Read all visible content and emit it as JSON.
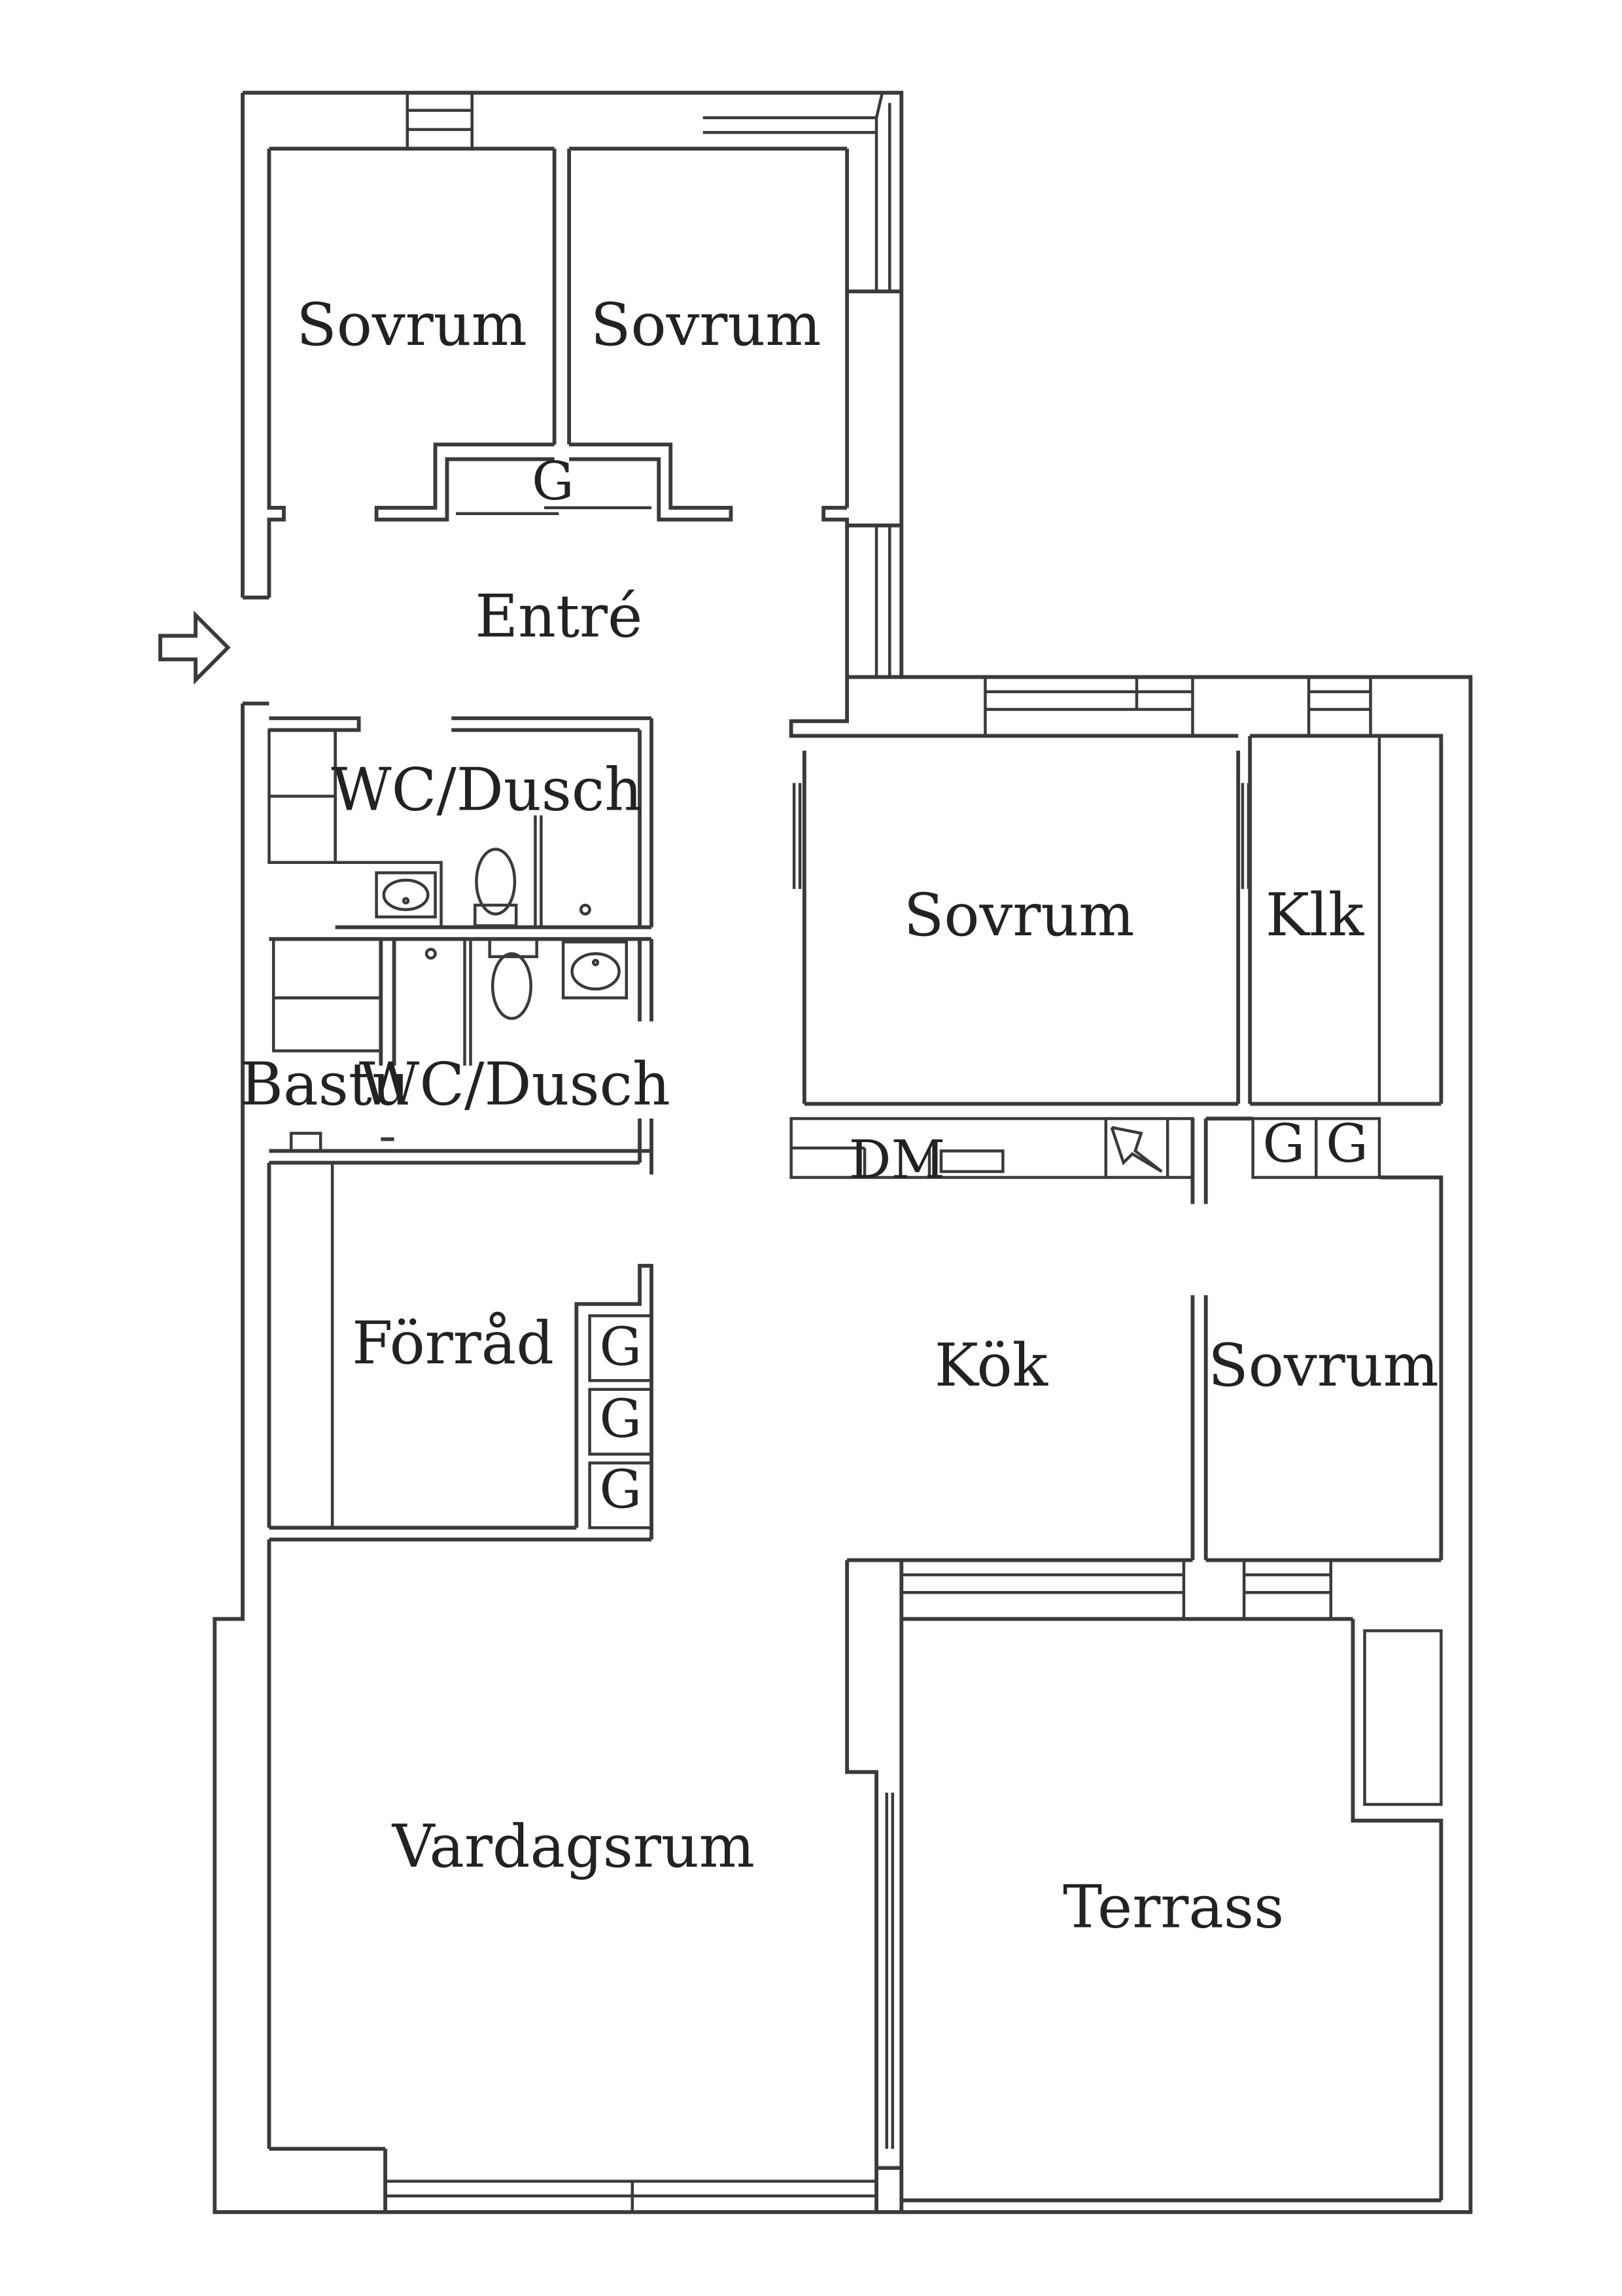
{
  "rooms": {
    "sovrum_1": "Sovrum",
    "sovrum_2": "Sovrum",
    "entre": "Entré",
    "wc_dusch_1": "WC/Dusch",
    "wc_dusch_2": "WC/Dusch",
    "bastu": "Bastu",
    "sovrum_3": "Sovrum",
    "klk": "Klk",
    "forrad": "Förråd",
    "kok": "Kök",
    "sovrum_4": "Sovrum",
    "vardagsrum": "Vardagsrum",
    "terrass": "Terrass"
  },
  "fixtures": {
    "g": "G",
    "dm": "DM"
  }
}
